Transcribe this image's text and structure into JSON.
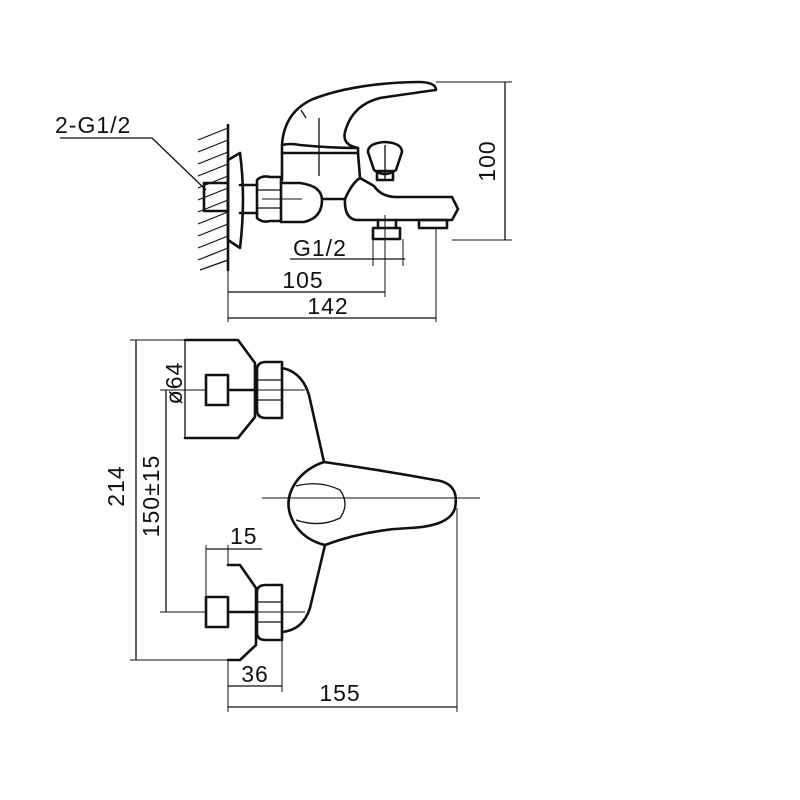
{
  "side_view": {
    "inlet_thread_label": "2-G1/2",
    "outlet_thread_label": "G1/2",
    "height_dim": "100",
    "spout_dim": "105",
    "depth_dim": "142"
  },
  "front_view": {
    "total_length_dim": "214",
    "centers_dim": "150±15",
    "flange_dia_dim": "ø64",
    "eccentric_dim": "15",
    "connector_dim": "36",
    "width_dim": "155"
  }
}
